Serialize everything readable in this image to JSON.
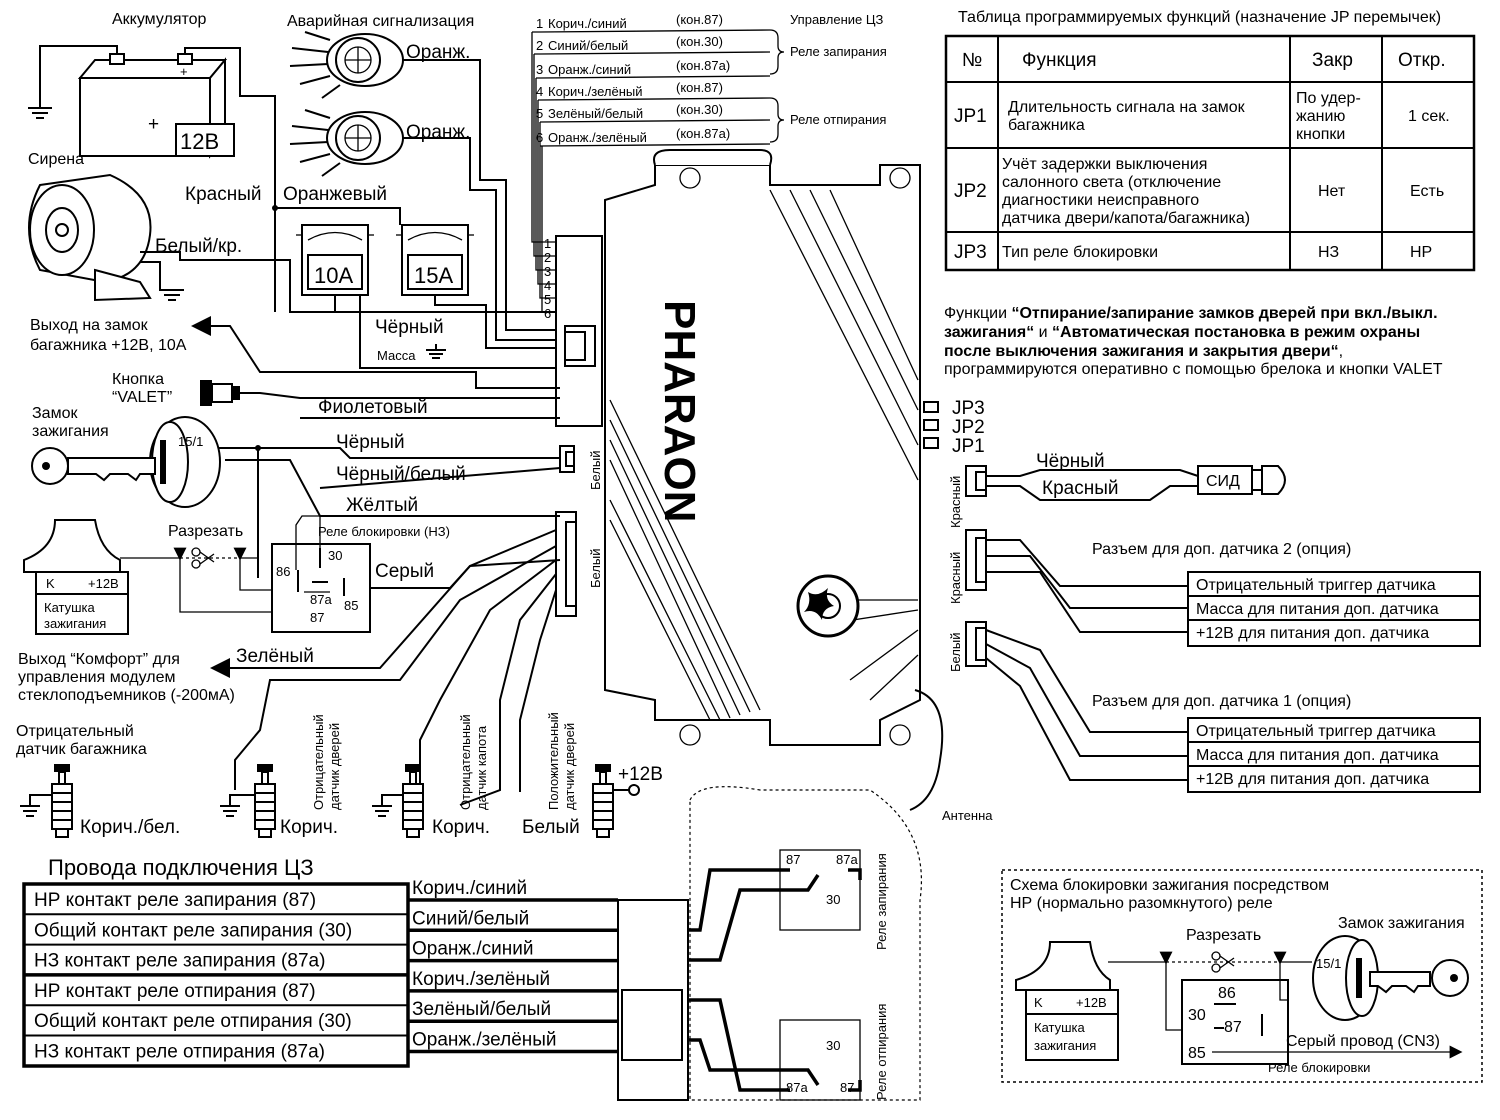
{
  "components": {
    "battery": {
      "label": "Аккумулятор",
      "voltage": "12В",
      "plus": "+",
      "plus_small": "+"
    },
    "siren": {
      "label": "Сирена"
    },
    "hazard": {
      "label": "Аварийная сигнализация"
    },
    "fuse1": {
      "rating": "10А"
    },
    "fuse2": {
      "rating": "15А"
    },
    "valet": {
      "label_line1": "Кнопка",
      "label_line2": "“VALET”"
    },
    "ignition_lock": {
      "label_line1": "Замок",
      "label_line2": "зажигания",
      "terminal": "15/1"
    },
    "coil": {
      "k": "K",
      "plus": "+12В",
      "label_line1": "Катушка",
      "label_line2": "зажигания"
    },
    "cut": {
      "label": "Разрезать"
    },
    "relay_block": {
      "label": "Реле блокировки (НЗ)",
      "p30": "30",
      "p86": "86",
      "p87a": "87a",
      "p87": "87",
      "p85": "85"
    },
    "brand": "PHARAON",
    "antenna": {
      "label": "Антенна"
    },
    "led": {
      "label": "СИД"
    },
    "jp": {
      "jp1": "JP1",
      "jp2": "JP2",
      "jp3": "JP3"
    }
  },
  "wires": {
    "orange_1": "Оранж.",
    "orange_2": "Оранж.",
    "red": "Красный",
    "orange_full": "Оранжевый",
    "white_red": "Белый/кр.",
    "black_1": "Чёрный",
    "ground": "Масса",
    "violet": "Фиолетовый",
    "black_2": "Чёрный",
    "black_white": "Чёрный/белый",
    "yellow": "Жёлтый",
    "grey": "Серый",
    "green": "Зелёный",
    "brown_white": "Корич./бел.",
    "brown_1": "Корич.",
    "brown_2": "Корич.",
    "white": "Белый",
    "plus12": "+12В",
    "led_black": "Чёрный",
    "led_red": "Красный"
  },
  "left_labels": {
    "trunk_out_1": "Выход на замок",
    "trunk_out_2": "багажника +12В, 10А",
    "comfort_1": "Выход “Комфорт” для",
    "comfort_2": "управления модулем",
    "comfort_3": "стеклоподъемников (-200мА)",
    "trunk_sensor_1": "Отрицательный",
    "trunk_sensor_2": "датчик багажника"
  },
  "vertical_labels": {
    "door_neg_1": "Отрицательный",
    "door_neg_2": "датчик дверей",
    "hood_neg_1": "Отрицательный",
    "hood_neg_2": "датчик капота",
    "door_pos_1": "Положительный",
    "door_pos_2": "датчик дверей",
    "conn_white_1": "Белый",
    "conn_white_2": "Белый",
    "conn_red_1": "Красный",
    "conn_red_2": "Красный",
    "conn_white_3": "Белый",
    "lock_relay": "Реле запирания",
    "unlock_relay": "Реле отпирания"
  },
  "cl_connector": {
    "title": "Управление ЦЗ",
    "lock_group": "Реле запирания",
    "unlock_group": "Реле отпирания",
    "wires": [
      {
        "num": "1",
        "color": "Корич./синий",
        "contact": "(кон.87)"
      },
      {
        "num": "2",
        "color": "Синий/белый",
        "contact": "(кон.30)"
      },
      {
        "num": "3",
        "color": "Оранж./синий",
        "contact": "(кон.87а)"
      },
      {
        "num": "4",
        "color": "Корич./зелёный",
        "contact": "(кон.87)"
      },
      {
        "num": "5",
        "color": "Зелёный/белый",
        "contact": "(кон.30)"
      },
      {
        "num": "6",
        "color": "Оранж./зелёный",
        "contact": "(кон.87а)"
      }
    ],
    "pins": [
      "1",
      "2",
      "3",
      "4",
      "5",
      "6"
    ]
  },
  "jp_table": {
    "title": "Таблица программируемых функций (назначение JP перемычек)",
    "headers": [
      "№",
      "Функция",
      "Закр",
      "Откр."
    ],
    "rows": [
      {
        "id": "JP1",
        "func_lines": [
          "Длительность сигнала на замок",
          "багажника"
        ],
        "closed_lines": [
          "По удер-",
          "жанию",
          "кнопки"
        ],
        "open": "1 сек."
      },
      {
        "id": "JP2",
        "func_lines": [
          "Учёт задержки выключения",
          "салонного света (отключение",
          "диагностики неисправного",
          "датчика двери/капота/багажника)"
        ],
        "closed_lines": [
          "Нет"
        ],
        "open": "Есть"
      },
      {
        "id": "JP3",
        "func_lines": [
          "Тип реле блокировки"
        ],
        "closed_lines": [
          "НЗ"
        ],
        "open": "НР"
      }
    ]
  },
  "functions_note": {
    "l1a": "Функции ",
    "l1b": "“Отпирание/запирание замков дверей при вкл./выкл.",
    "l2a": "зажигания“",
    "l2b": " и ",
    "l2c": "“Автоматическая постановка в режим охраны",
    "l3a": "после выключения зажигания и закрытия двери“",
    "l3b": ",",
    "l4": "программируются оперативно с помощью брелока и кнопки VALET"
  },
  "sensor2": {
    "title": "Разъем для доп. датчика 2 (опция)",
    "rows": [
      "Отрицательный триггер датчика",
      "Масса для питания доп. датчика",
      "+12В для питания доп. датчика"
    ]
  },
  "sensor1": {
    "title": "Разъем для доп. датчика 1 (опция)",
    "rows": [
      "Отрицательный триггер датчика",
      "Масса для питания доп. датчика",
      "+12В для питания доп. датчика"
    ]
  },
  "cl_wires": {
    "title": "Провода подключения ЦЗ",
    "rows": [
      {
        "desc": "НР контакт реле запирания (87)",
        "wire": "Корич./синий"
      },
      {
        "desc": "Общий контакт реле запирания (30)",
        "wire": "Синий/белый"
      },
      {
        "desc": "НЗ контакт реле запирания (87а)",
        "wire": "Оранж./синий"
      },
      {
        "desc": "НР контакт реле отпирания (87)",
        "wire": "Корич./зелёный"
      },
      {
        "desc": "Общий контакт реле отпирания (30)",
        "wire": "Зелёный/белый"
      },
      {
        "desc": "НЗ контакт реле отпирания (87а)",
        "wire": "Оранж./зелёный"
      }
    ],
    "relay_pins": {
      "p87": "87",
      "p87a": "87a",
      "p30": "30"
    }
  },
  "no_scheme": {
    "title_1": "Схема блокировки зажигания посредством",
    "title_2": "НР (нормально разомкнутого) реле",
    "lock_label": "Замок зажигания",
    "cut": "Разрезать",
    "terminal": "15/1",
    "coil_k": "K",
    "coil_plus": "+12В",
    "coil_1": "Катушка",
    "coil_2": "зажигания",
    "p86": "86",
    "p30": "30",
    "p87": "87",
    "p85": "85",
    "grey_wire": "Серый провод (CN3)",
    "relay_label": "Реле блокировки"
  }
}
